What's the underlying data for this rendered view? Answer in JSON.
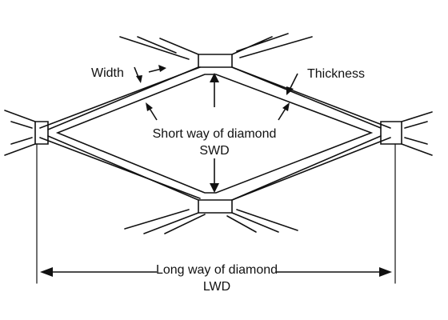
{
  "labels": {
    "width": "Width",
    "thickness": "Thickness",
    "swd_line1": "Short way of diamond",
    "swd_line2": "SWD",
    "lwd_line1": "Long way of diamond",
    "lwd_line2": "LWD"
  },
  "colors": {
    "line": "#111111",
    "background": "#ffffff"
  }
}
